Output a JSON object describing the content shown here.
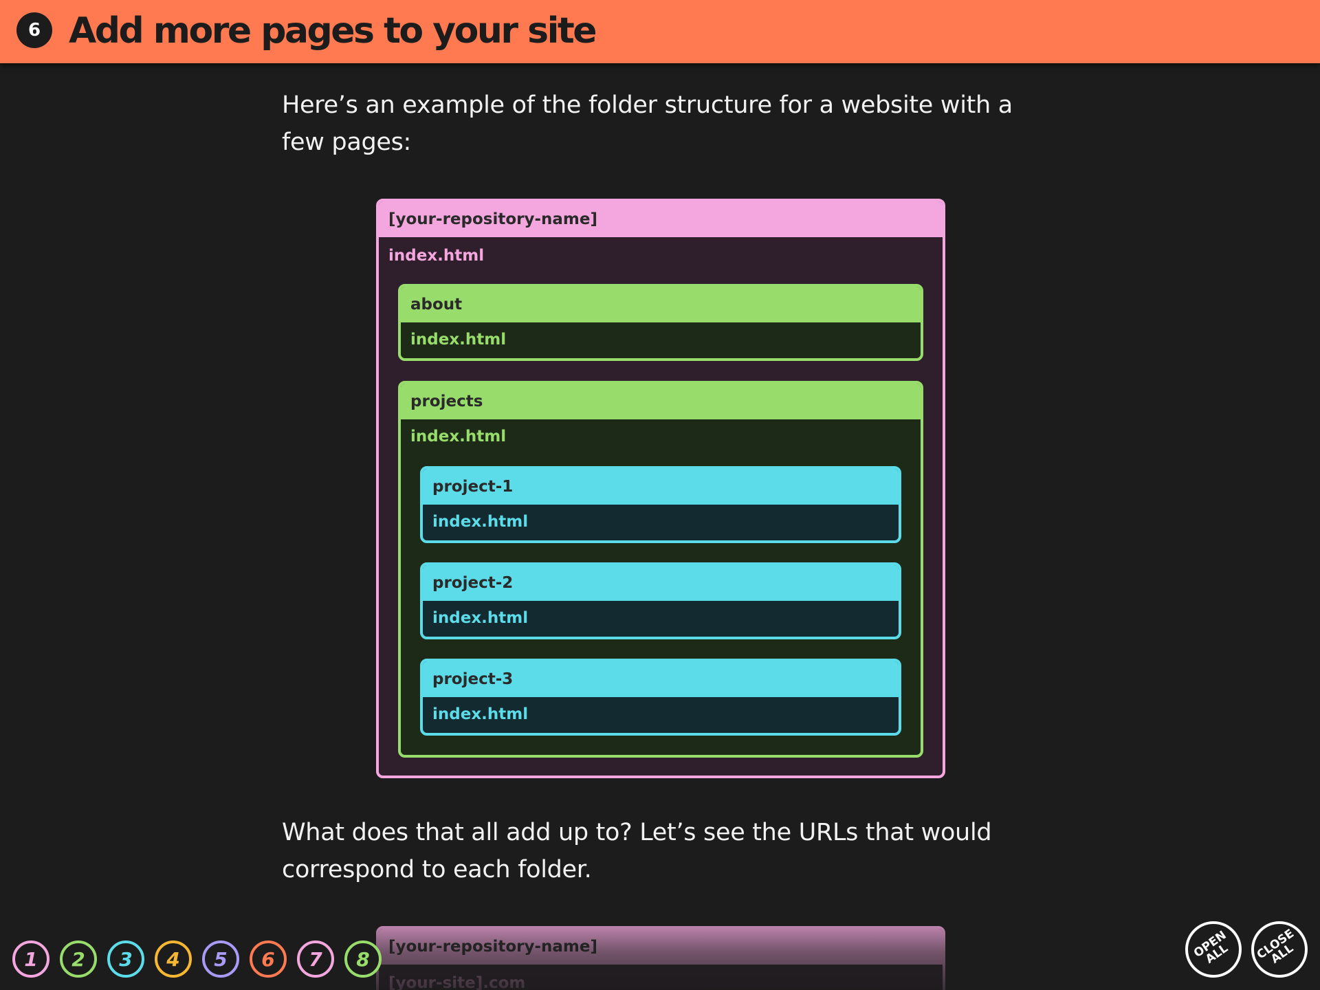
{
  "header": {
    "step_number": "6",
    "title": "Add more pages to your site"
  },
  "intro_text": "Here’s an example of the folder structure for a website with a few pages:",
  "tree": {
    "root_label": "[your-repository-name]",
    "root_file": "index.html",
    "about": {
      "label": "about",
      "file": "index.html"
    },
    "projects": {
      "label": "projects",
      "file": "index.html",
      "children": [
        {
          "label": "project-1",
          "file": "index.html"
        },
        {
          "label": "project-2",
          "file": "index.html"
        },
        {
          "label": "project-3",
          "file": "index.html"
        }
      ]
    }
  },
  "outro_text": "What does that all add up to? Let’s see the URLs that would correspond to each folder.",
  "next_tree": {
    "root_label": "[your-repository-name]",
    "root_file": "[your-site].com"
  },
  "step_nav": [
    {
      "label": "1",
      "color": "#f4a7de"
    },
    {
      "label": "2",
      "color": "#98dd6b"
    },
    {
      "label": "3",
      "color": "#5cdbe8"
    },
    {
      "label": "4",
      "color": "#f7b733"
    },
    {
      "label": "5",
      "color": "#a99af5"
    },
    {
      "label": "6",
      "color": "#ff7a50"
    },
    {
      "label": "7",
      "color": "#f4a7de"
    },
    {
      "label": "8",
      "color": "#98dd6b"
    }
  ],
  "actions": {
    "open_all": "OPEN\nALL",
    "close_all": "CLOSE\nALL"
  },
  "colors": {
    "header_bg": "#ff7a50",
    "page_bg": "#1c1c1c",
    "root_folder": "#f4a7de",
    "subfolder": "#98dd6b",
    "nested_folder": "#5cdbe8"
  }
}
